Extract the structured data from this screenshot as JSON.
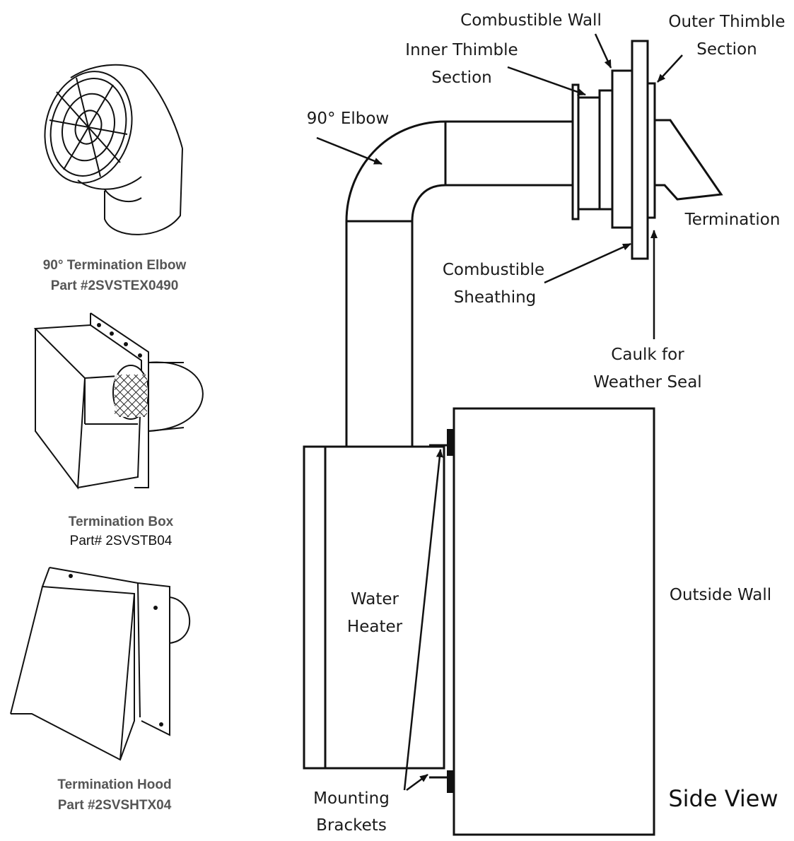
{
  "products": [
    {
      "name": "90°  Termination Elbow",
      "part": "Part #2SVSTEX0490"
    },
    {
      "name": "Termination Box",
      "part": "Part# 2SVSTB04"
    },
    {
      "name": "Termination Hood",
      "part": "Part #2SVSHTX04"
    }
  ],
  "labels": {
    "combustible_wall": "Combustible Wall",
    "outer_thimble_1": "Outer Thimble",
    "outer_thimble_2": "Section",
    "inner_thimble_1": "Inner Thimble",
    "inner_thimble_2": "Section",
    "elbow": "90° Elbow",
    "termination": "Termination",
    "sheathing_1": "Combustible",
    "sheathing_2": "Sheathing",
    "caulk_1": "Caulk for",
    "caulk_2": "Weather Seal",
    "water_heater_1": "Water",
    "water_heater_2": "Heater",
    "outside_wall": "Outside Wall",
    "brackets_1": "Mounting",
    "brackets_2": "Brackets",
    "view": "Side View"
  }
}
